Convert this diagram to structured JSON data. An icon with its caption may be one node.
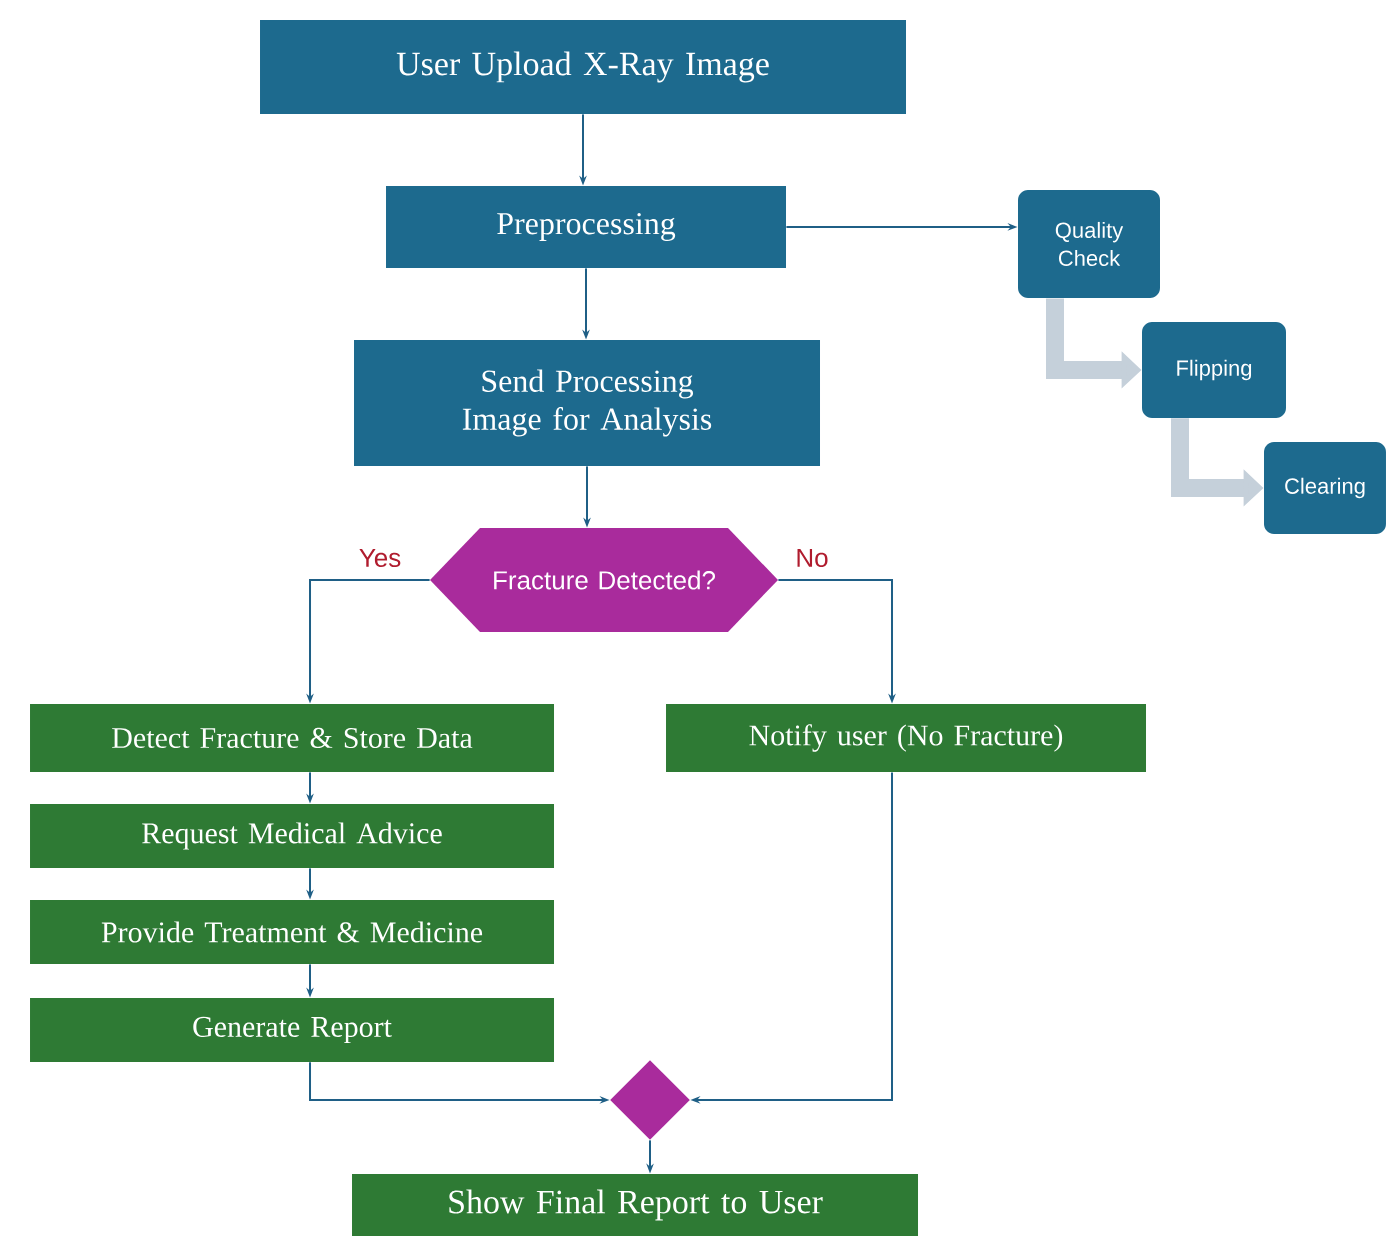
{
  "diagram": {
    "nodes": [
      {
        "text": [
          "User Upload X-Ray Image"
        ]
      },
      {
        "text": [
          "Preprocessing"
        ]
      },
      {
        "text": [
          "Quality Check"
        ]
      },
      {
        "text": [
          "Flipping"
        ]
      },
      {
        "text": [
          "Clearing"
        ]
      },
      {
        "text": [
          "Send Processing Image for Analysis"
        ]
      },
      {
        "text": [
          "Fracture Detected?"
        ]
      },
      {
        "text": [
          "Detect Fracture & Store Data"
        ]
      },
      {
        "text": [
          "Notify user (No Fracture)"
        ]
      },
      {
        "text": [
          "Request Medical Advice"
        ]
      },
      {
        "text": [
          "Provide Treatment & Medicine"
        ]
      },
      {
        "text": [
          "Generate Report"
        ]
      },
      {
        "text": [],
        "shape": "diamond"
      },
      {
        "text": [
          "Show Final Report to User"
        ]
      }
    ],
    "edges": [
      {
        "from": 0,
        "to": 1,
        "arrow": "to"
      },
      {
        "from": 1,
        "to": 2,
        "arrow": "to"
      },
      {
        "from": 2,
        "to": 3,
        "arrow": "to",
        "style": "thick",
        "color": "#c5d0da"
      },
      {
        "from": 3,
        "to": 4,
        "arrow": "to",
        "style": "thick",
        "color": "#c5d0da"
      },
      {
        "from": 1,
        "to": 5,
        "arrow": "to"
      },
      {
        "from": 5,
        "to": 6,
        "arrow": "to"
      },
      {
        "from": 6,
        "to": 7,
        "arrow": "to",
        "label": "Yes"
      },
      {
        "from": 6,
        "to": 8,
        "arrow": "to",
        "label": "No"
      },
      {
        "from": 7,
        "to": 9,
        "arrow": "to"
      },
      {
        "from": 9,
        "to": 10,
        "arrow": "to"
      },
      {
        "from": 10,
        "to": 11,
        "arrow": "to"
      },
      {
        "from": 11,
        "to": 12,
        "arrow": "to"
      },
      {
        "from": 8,
        "to": 12,
        "arrow": "to"
      },
      {
        "from": 12,
        "to": 13,
        "arrow": "to"
      }
    ]
  }
}
